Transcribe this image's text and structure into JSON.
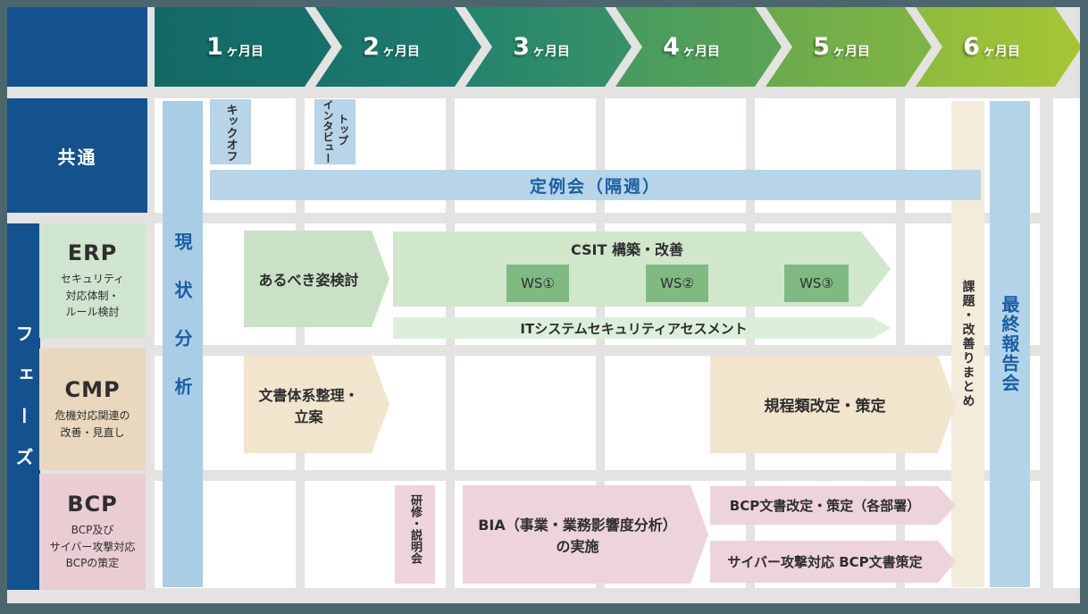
{
  "header": {
    "months": [
      {
        "num": "1",
        "unit": "ヶ月目"
      },
      {
        "num": "2",
        "unit": "ヶ月目"
      },
      {
        "num": "3",
        "unit": "ヶ月目"
      },
      {
        "num": "4",
        "unit": "ヶ月目"
      },
      {
        "num": "5",
        "unit": "ヶ月目"
      },
      {
        "num": "6",
        "unit": "ヶ月目"
      }
    ]
  },
  "sidebar": {
    "common_label": "共通",
    "phase_label": "フェーズ",
    "erp": {
      "title": "ERP",
      "subtitle": "セキュリティ\n対応体制・\nルール検討"
    },
    "cmp": {
      "title": "CMP",
      "subtitle": "危機対応関連の\n改善・見直し"
    },
    "bcp": {
      "title": "BCP",
      "subtitle": "BCP及び\nサイバー攻撃対応\nBCPの策定"
    }
  },
  "bars": {
    "current_analysis": "現状分析",
    "kickoff": "キックオフ",
    "top_interview_line1": "トップ",
    "top_interview_line2": "インタビュー",
    "regular_meeting": "定例会（隔週）",
    "erp_ideal": "あるべき姿検討",
    "csit_build": "CSIT 構築・改善",
    "ws1": "WS①",
    "ws2": "WS②",
    "ws3": "WS③",
    "it_assessment": "ITシステムセキュリティアセスメント",
    "doc_structure": "文書体系整理・\n立案",
    "regulations": "規程類改定・策定",
    "training": "研修・説明会",
    "bia": "BIA（事業・業務影響度分析）\nの実施",
    "bcp_docs": "BCP文書改定・策定（各部署）",
    "cyber_bcp": "サイバー攻撃対応 BCP文書策定",
    "issues_summary": "課題・改善りまとめ",
    "final_report": "最終報告会"
  },
  "colors": {
    "frame": "#4b676d",
    "grid_gray": "#e4e3e2",
    "dark_blue": "#14518f",
    "bar_blue": "#b7d4e8",
    "text_blue": "#1a5fa5",
    "green_light": "#cfe5cc",
    "green_ws": "#7fba82",
    "beige": "#f2e5ce",
    "pink": "#edd3da",
    "month_gradient_start": "#136a65",
    "month_gradient_end": "#a6c634"
  }
}
